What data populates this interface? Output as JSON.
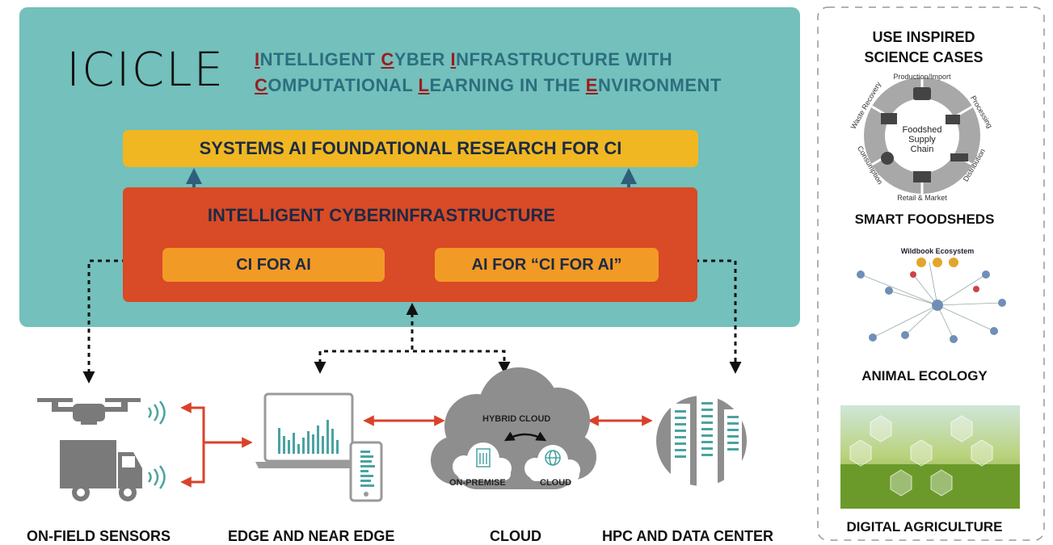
{
  "brand": "ICICLE",
  "acronym": {
    "line1": [
      {
        "cap": "I",
        "rest": "NTELLIGENT "
      },
      {
        "cap": "C",
        "rest": "YBER "
      },
      {
        "cap": "I",
        "rest": "NFRASTRUCTURE WITH"
      }
    ],
    "line2": [
      {
        "cap": "C",
        "rest": "OMPUTATIONAL "
      },
      {
        "cap": "L",
        "rest": "EARNING IN THE "
      },
      {
        "cap": "E",
        "rest": "NVIRONMENT"
      }
    ]
  },
  "systems_ai": "SYSTEMS AI FOUNDATIONAL RESEARCH FOR CI",
  "intelligent_ci": "INTELLIGENT CYBERINFRASTRUCTURE",
  "ci_for_ai": "CI FOR AI",
  "ai_for_ci": "AI FOR “CI FOR AI”",
  "hybrid_cloud": "HYBRID CLOUD",
  "on_premise": "ON-PREMISE",
  "cloud_small": "CLOUD",
  "bottom_labels": {
    "sensors": "ON-FIELD SENSORS",
    "edge": "EDGE AND NEAR EDGE",
    "cloud": "CLOUD",
    "hpc": "HPC AND DATA CENTER"
  },
  "right_panel": {
    "heading_line1": "USE INSPIRED",
    "heading_line2": "SCIENCE CASES",
    "foodshed": {
      "center_line1": "Foodshed",
      "center_line2": "Supply",
      "center_line3": "Chain",
      "ring": [
        "Production/Import",
        "Processing",
        "Distribution",
        "Retail & Market",
        "Consumption",
        "Waste Recovery"
      ]
    },
    "wildbook_title": "Wildbook Ecosystem",
    "cases": [
      "SMART FOODSHEDS",
      "ANIMAL ECOLOGY",
      "DIGITAL AGRICULTURE"
    ]
  },
  "colors": {
    "teal": "#73c0bc",
    "yellow": "#f0b722",
    "red": "#d94a26",
    "orange": "#f29a26",
    "arrow_blue": "#2f5f7a",
    "arrow_red": "#d9422a",
    "device_gray": "#7a7a7a",
    "screen_teal": "#4aa3a0"
  }
}
